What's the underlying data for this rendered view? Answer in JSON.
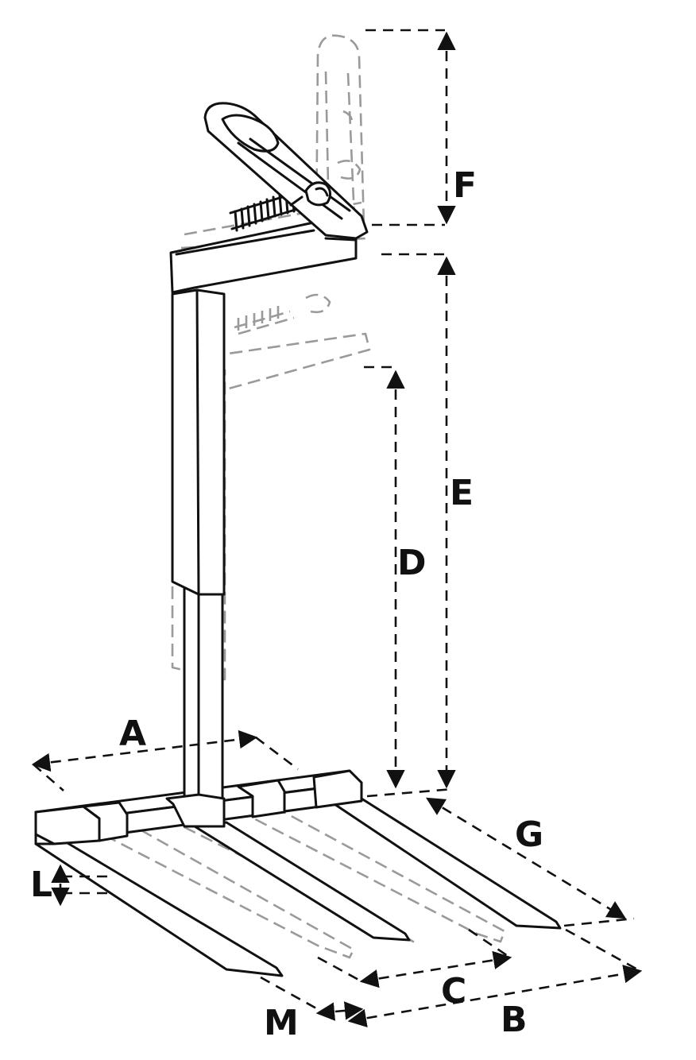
{
  "diagram": {
    "labels": {
      "A": "A",
      "B": "B",
      "C": "C",
      "D": "D",
      "E": "E",
      "F": "F",
      "G": "G",
      "L": "L",
      "M": "M"
    },
    "colors": {
      "ink": "#111111",
      "ghost": "#9a9a9a",
      "background": "#ffffff"
    }
  }
}
